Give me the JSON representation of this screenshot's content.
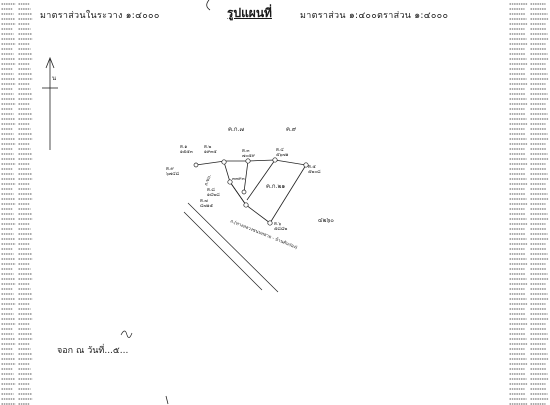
{
  "header": {
    "scale_left": "มาตราส่วนในระวาง  ๑:๔๐๐๐",
    "title": "รูปแผนที่",
    "scale_right": "มาตราส่วน  ๑:๔๐๐ตราส่วน  ๑:๔๐๐๐"
  },
  "map": {
    "north_letter": "น",
    "top_neighbors": [
      "ค.ก.๗",
      "ค.๙"
    ],
    "road_label": "ถ.(ทางหลวงชนบทสาย - บ้านคันร่อง)",
    "area_label": "ค.ก.๒๑",
    "parcel_number": "๔๒๖๐",
    "inner_label": "๓๓๙๓",
    "side_note": "ถ.ขบ.",
    "stakes": [
      {
        "code": "ต.๒",
        "num": "๑๙๓๕"
      },
      {
        "code": "ต.๑",
        "num": "๑๕๕๓"
      },
      {
        "code": "ต.๓",
        "num": "๗๐๕๙"
      },
      {
        "code": "ต.๔",
        "num": "๕๖๗๑"
      },
      {
        "code": "ต.๕",
        "num": "๕๒๐๘"
      },
      {
        "code": "ต.๖",
        "num": "๕๘๘๒"
      },
      {
        "code": "ต.๗",
        "num": "๔๗๑๕"
      },
      {
        "code": "ต.๘",
        "num": "๑๔๒๘"
      },
      {
        "code": "ต.๙",
        "num": "๖๗๔๘"
      }
    ]
  },
  "footer": {
    "date_label": "จอก ณ วันที่...๕..."
  }
}
